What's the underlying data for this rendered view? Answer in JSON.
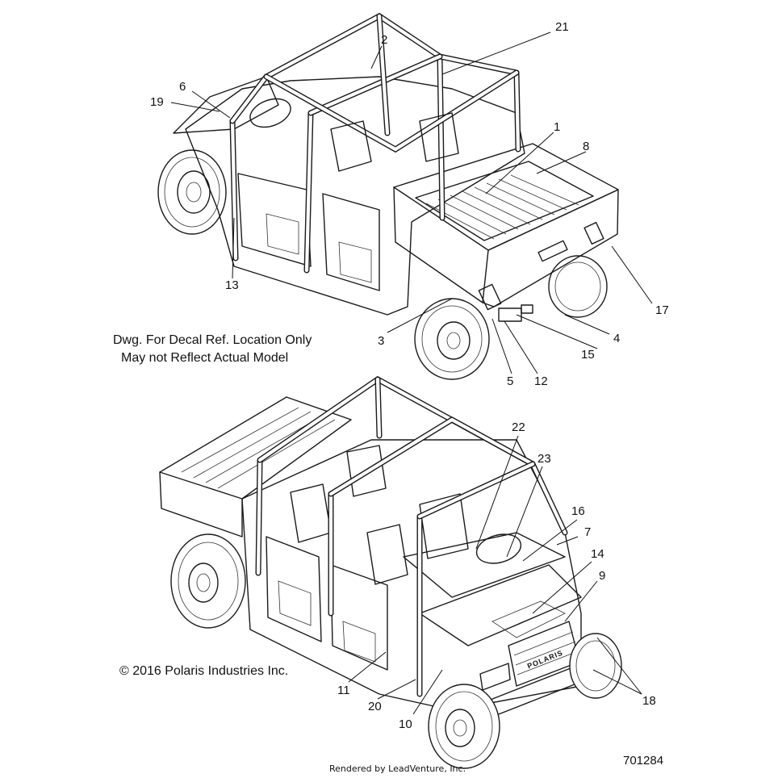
{
  "callouts": {
    "c1": "1",
    "c2": "2",
    "c3": "3",
    "c4": "4",
    "c5": "5",
    "c6": "6",
    "c7": "7",
    "c8": "8",
    "c9": "9",
    "c10": "10",
    "c11": "11",
    "c12": "12",
    "c13": "13",
    "c14": "14",
    "c15": "15",
    "c16": "16",
    "c17": "17",
    "c18": "18",
    "c19": "19",
    "c20": "20",
    "c21": "21",
    "c22": "22",
    "c23": "23"
  },
  "notes": {
    "line1": "Dwg. For Decal Ref. Location Only",
    "line2": "May not Reflect Actual Model"
  },
  "copyright": "© 2016 Polaris Industries Inc.",
  "part_number": "701284",
  "rendered_by": "Rendered by LeadVenture, Inc.",
  "grille_text": "POLARIS"
}
